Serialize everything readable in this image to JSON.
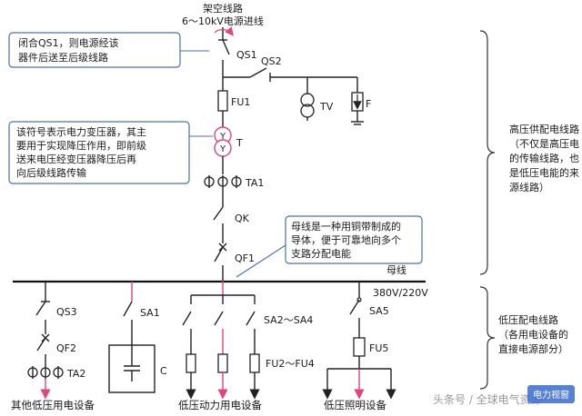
{
  "colors": {
    "line": "#222222",
    "accent": "#e0457b",
    "callout_border": "#4a6fb5"
  },
  "top": {
    "line1": "架空线路",
    "line2": "6～10kV电源进线"
  },
  "labels": {
    "qs1": "QS1",
    "qs2": "QS2",
    "fu1": "FU1",
    "tv": "TV",
    "f": "F",
    "t": "T",
    "ta1": "TA1",
    "qk": "QK",
    "qf1": "QF1",
    "bus": "母线",
    "bus_voltage": "380V/220V",
    "qs3": "QS3",
    "qf2": "QF2",
    "ta2": "TA2",
    "sa1": "SA1",
    "c": "C",
    "sa2_4": "SA2～SA4",
    "fu2_4": "FU2～FU4",
    "sa5": "SA5",
    "fu5": "FU5",
    "y": "Y"
  },
  "callouts": {
    "qs1": [
      "闭合QS1，则电源经该",
      "器件后送至后级线路"
    ],
    "transformer": [
      "该符号表示电力变压器，其主",
      "要用于实现降压作用，即前级",
      "送来电压经变压器降压后再",
      "向后级线路传输"
    ],
    "bus": [
      "母线是一种用铜带制成的",
      "导体，便于可靠地向多个",
      "支路分配电能"
    ]
  },
  "right": {
    "hv": [
      "高压供配电线路",
      "（不仅是高压电",
      "的传输线路，也",
      "是低压电能的来",
      "源线路）"
    ],
    "lv": [
      "低压配电线路",
      "（各用电设备的",
      "直接电源部分）"
    ]
  },
  "bottom": {
    "other": "其他低压用电设备",
    "power": "低压动力用电设备",
    "lighting": "低压照明设备"
  },
  "watermark": {
    "text": "头条号 / 全球电气资源",
    "logo": "电力视窗"
  }
}
